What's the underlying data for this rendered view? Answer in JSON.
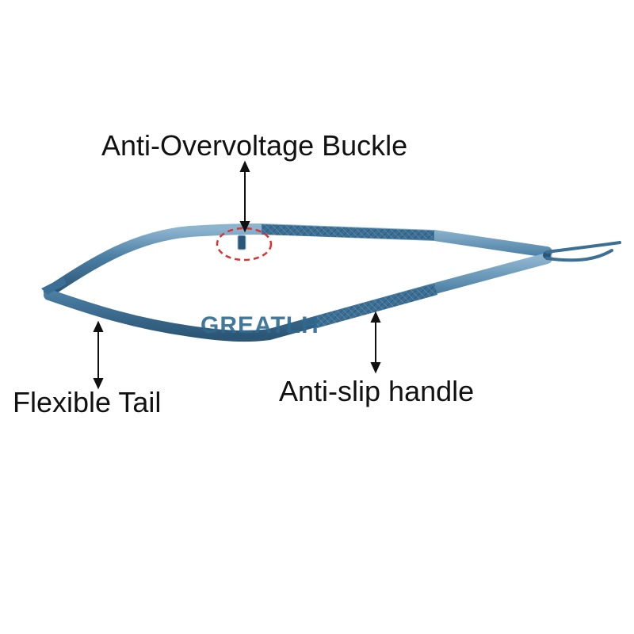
{
  "callouts": {
    "buckle": "Anti-Overvoltage Buckle",
    "tail": "Flexible Tail",
    "handle": "Anti-slip handle"
  },
  "watermark": "GREATLH",
  "colors": {
    "instrument": "#3b6f95",
    "instrument_light": "#7fa9c6",
    "highlight_circle": "#e03030",
    "text": "#111111"
  }
}
